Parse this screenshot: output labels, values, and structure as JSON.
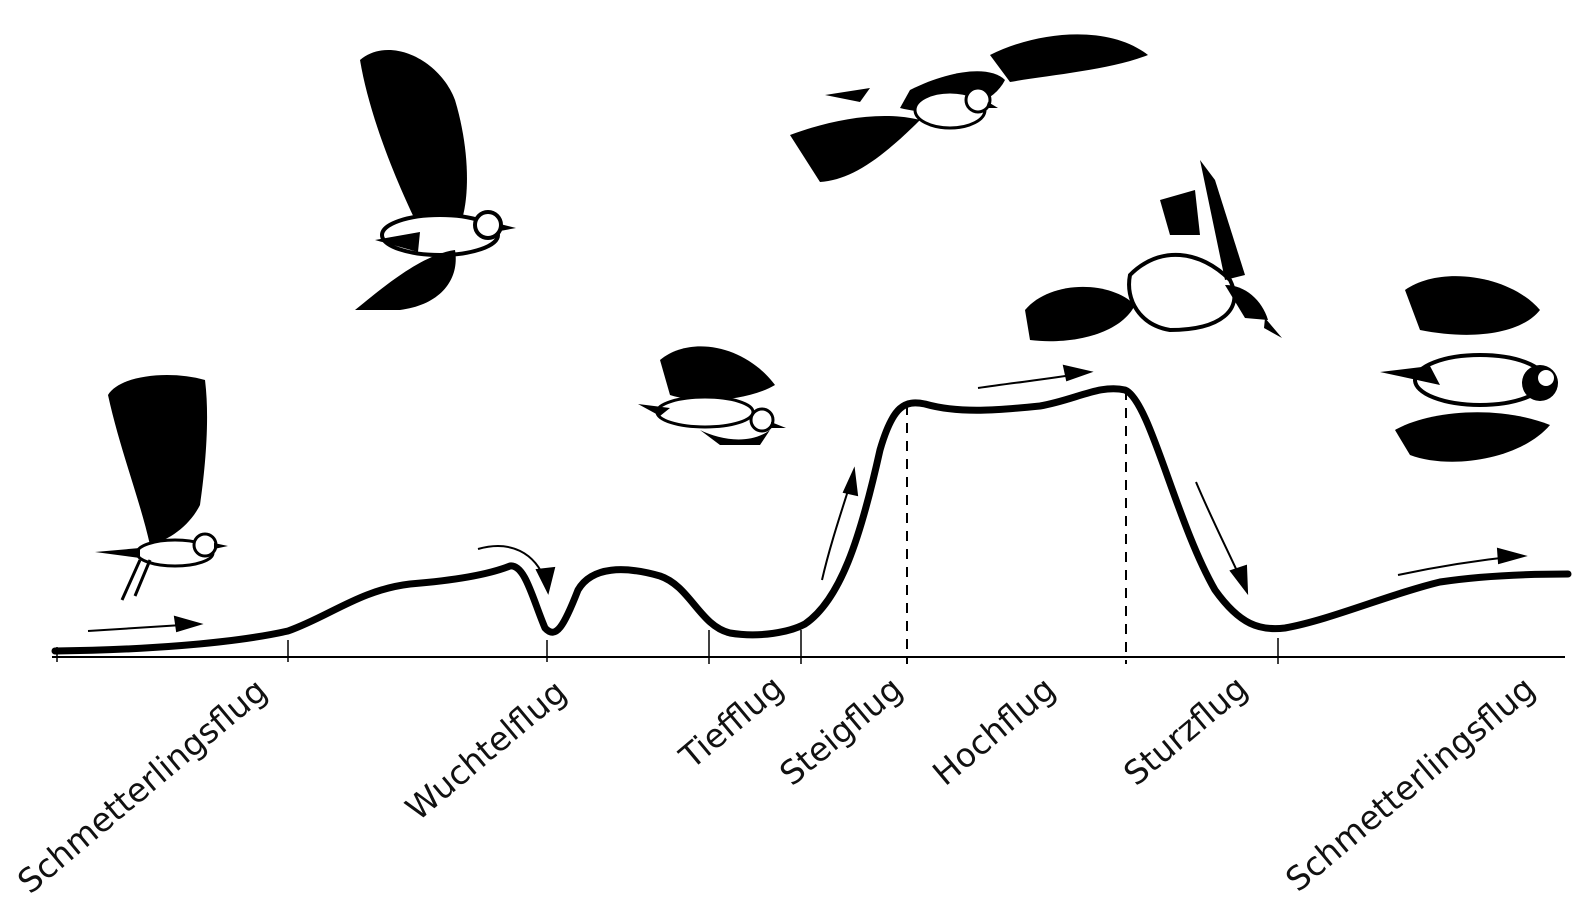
{
  "diagram": {
    "phases": [
      {
        "label": "Schmetterlingsflug"
      },
      {
        "label": "Wuchtelflug"
      },
      {
        "label": "Tiefflug"
      },
      {
        "label": "Steigflug"
      },
      {
        "label": "Hochflug"
      },
      {
        "label": "Sturzflug"
      },
      {
        "label": "Schmetterlingsflug"
      }
    ],
    "illustrations": [
      {
        "icon": "lapwing-bird-icon",
        "pose": "wings raised, taking off"
      },
      {
        "icon": "lapwing-bird-icon",
        "pose": "wings raised high"
      },
      {
        "icon": "lapwing-bird-icon",
        "pose": "wings spread, low flight"
      },
      {
        "icon": "lapwing-bird-icon",
        "pose": "wings spread, climbing"
      },
      {
        "icon": "lapwing-bird-icon",
        "pose": "rolling over"
      },
      {
        "icon": "lapwing-bird-icon",
        "pose": "diving"
      }
    ],
    "colors": {
      "ink": "#000000",
      "background": "#ffffff"
    }
  }
}
